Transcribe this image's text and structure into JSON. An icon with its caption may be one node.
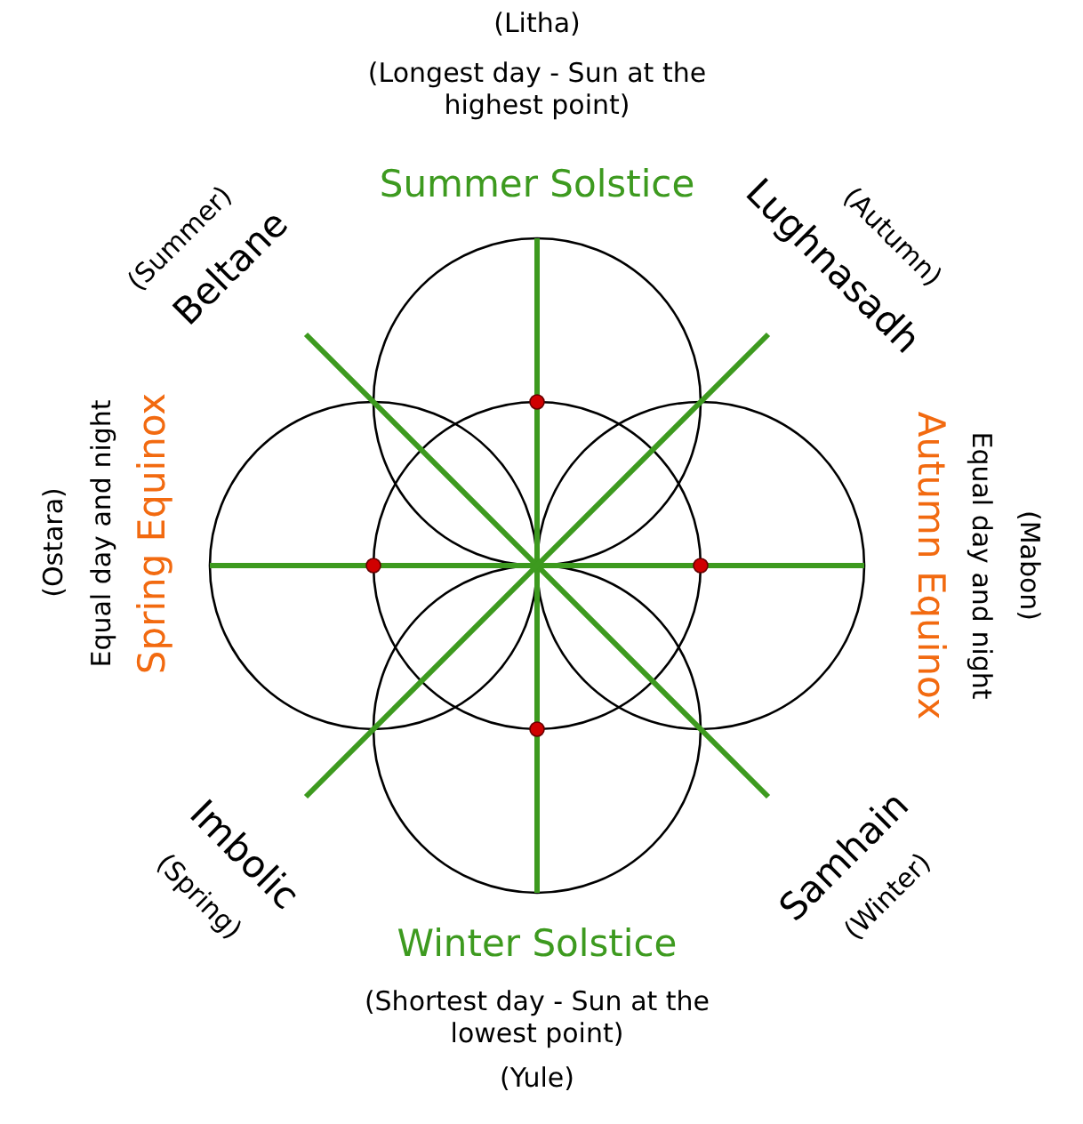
{
  "diagram": {
    "labels": [
      "(Litha)",
      "(Longest day - Sun at the highest point)",
      "Summer Solstice",
      "(Summer)",
      "Beltane",
      "(Autumn)",
      "Lughnasadh",
      "(Ostara)",
      "Equal day and night",
      "Spring Equinox",
      "Autumn Equinox",
      "Equal day and night",
      "(Mabon)",
      "Imbolic",
      "(Spring)",
      "Samhain",
      "(Winter)",
      "Winter Solstice",
      "(Shortest day - Sun at the lowest point)",
      "(Yule)"
    ]
  }
}
